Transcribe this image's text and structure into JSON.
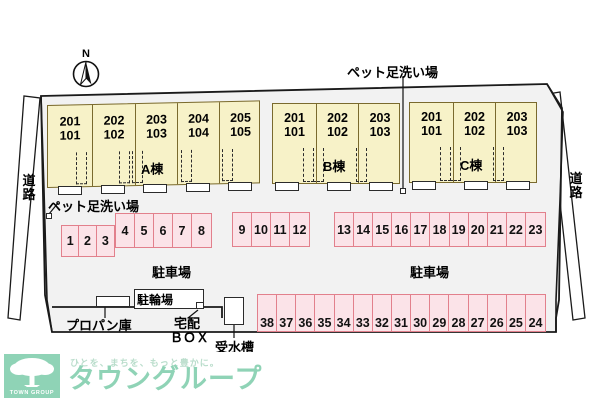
{
  "meta": {
    "title": "敷地配置図",
    "compass_label": "N"
  },
  "roads": {
    "left_label": "道路",
    "right_label": "道路"
  },
  "buildings": [
    {
      "name": "A棟",
      "units": [
        {
          "upper": "201",
          "lower": "101"
        },
        {
          "upper": "202",
          "lower": "102"
        },
        {
          "upper": "203",
          "lower": "103"
        },
        {
          "upper": "204",
          "lower": "104"
        },
        {
          "upper": "205",
          "lower": "105"
        }
      ]
    },
    {
      "name": "B棟",
      "units": [
        {
          "upper": "201",
          "lower": "101"
        },
        {
          "upper": "202",
          "lower": "102"
        },
        {
          "upper": "203",
          "lower": "103"
        }
      ]
    },
    {
      "name": "C棟",
      "units": [
        {
          "upper": "201",
          "lower": "101"
        },
        {
          "upper": "202",
          "lower": "102"
        },
        {
          "upper": "203",
          "lower": "103"
        }
      ]
    }
  ],
  "parking": {
    "label_left": "駐車場",
    "label_right": "駐車場",
    "row_low": [
      "1",
      "2",
      "3"
    ],
    "row_a": [
      "4",
      "5",
      "6",
      "7",
      "8"
    ],
    "row_b": [
      "9",
      "10",
      "11",
      "12"
    ],
    "row_c": [
      "13",
      "14",
      "15",
      "16",
      "17",
      "18",
      "19",
      "20",
      "21",
      "22",
      "23"
    ],
    "row_bottom": [
      "38",
      "37",
      "36",
      "35",
      "34",
      "33",
      "32",
      "31",
      "30",
      "29",
      "28",
      "27",
      "26",
      "25",
      "24"
    ]
  },
  "facilities": {
    "pet_wash_left": "ペット足洗い場",
    "pet_wash_top": "ペット足洗い場",
    "propane": "プロパン庫",
    "bicycle": "駐輪場",
    "delivery_line1": "宅配",
    "delivery_line2": "ＢＯＸ",
    "water_tank": "受水槽"
  },
  "footer": {
    "tagline": "ひとを、まちを、もっと豊かに。",
    "brand": "タウングループ",
    "logo_text": "TOWN GROUP"
  },
  "colors": {
    "building_fill": "#f7f2c8",
    "building_stroke": "#7a6a2e",
    "parking_fill": "#fbe3e8",
    "parking_stroke": "#e2808c",
    "site_fill": "#f2f2f2",
    "brand_green": "#8fd3b6"
  }
}
